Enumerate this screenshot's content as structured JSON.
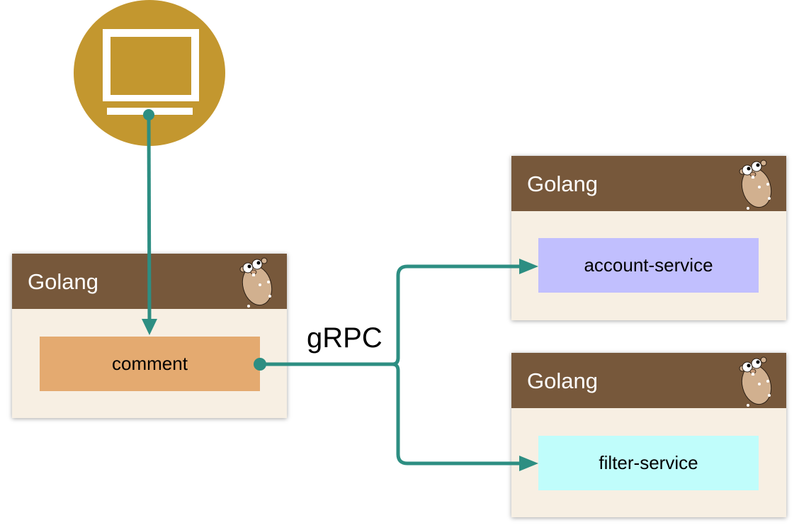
{
  "client": {
    "icon": "monitor-icon",
    "color": "#c3972f"
  },
  "connection_label": "gRPC",
  "nodes": [
    {
      "title": "Golang",
      "service": "comment",
      "service_color": "#e4aa70"
    },
    {
      "title": "Golang",
      "service": "account-service",
      "service_color": "#c1bffe"
    },
    {
      "title": "Golang",
      "service": "filter-service",
      "service_color": "#c0fdfb"
    }
  ],
  "colors": {
    "connector": "#2d8e82",
    "header": "#77583b",
    "body": "#f7efe3"
  }
}
